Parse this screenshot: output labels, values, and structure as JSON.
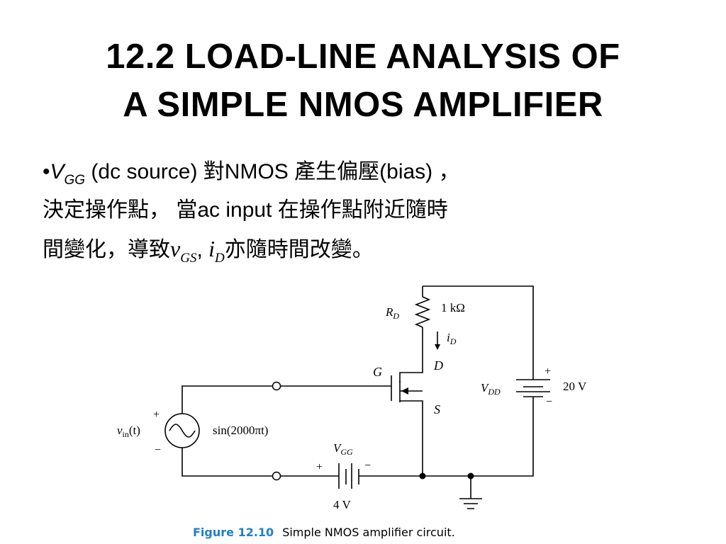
{
  "title": {
    "line1": "12.2 LOAD-LINE ANALYSIS OF",
    "line2": "A SIMPLE NMOS AMPLIFIER"
  },
  "bullet": {
    "marker": "•",
    "vgg_main": "V",
    "vgg_sub": "GG",
    "part1": " (dc source) 對NMOS 產生偏壓(bias) ，",
    "part2": "決定操作點， 當ac input 在操作點附近隨時",
    "part3": "間變化，導致",
    "vgs_main": "v",
    "vgs_sub": "GS",
    "sep": ",  ",
    "id_main": "i",
    "id_sub": "D",
    "part4": "亦隨時間改變。"
  },
  "circuit": {
    "rd_label_main": "R",
    "rd_label_sub": "D",
    "rd_value": "1 kΩ",
    "id_label_main": "i",
    "id_label_sub": "D",
    "gate_label": "G",
    "drain_label": "D",
    "source_label": "S",
    "vdd_label_main": "V",
    "vdd_label_sub": "DD",
    "vdd_value": "20 V",
    "vdd_plus": "+",
    "vdd_minus": "−",
    "vin_label_main": "v",
    "vin_label_sub": "in",
    "vin_label_arg": "(t)",
    "vin_expr": "sin(2000πt)",
    "vin_plus": "+",
    "vin_minus": "−",
    "vgg_label_main": "V",
    "vgg_label_sub": "GG",
    "vgg_value": "4 V",
    "vgg_plus": "+",
    "vgg_minus": "−"
  },
  "caption": {
    "figure": "Figure 12.10",
    "text": "Simple NMOS amplifier circuit."
  }
}
